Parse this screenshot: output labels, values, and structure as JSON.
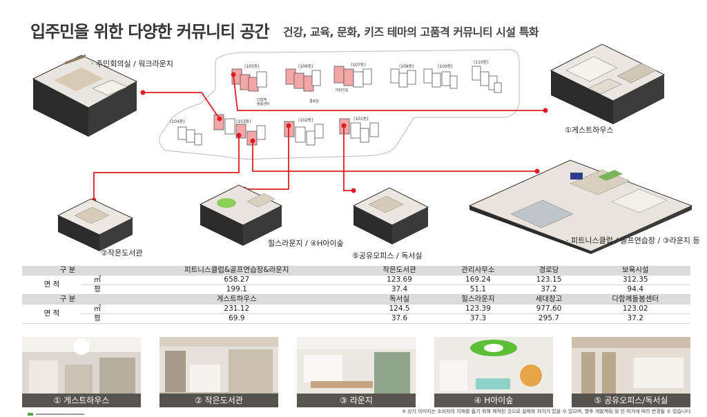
{
  "header": {
    "title": "입주민을 위한 다양한 커뮤니티 공간",
    "subtitle": "건강, 교육, 문화, 키즈 테마의 고품격 커뮤니티 시설 특화"
  },
  "labels": {
    "resident_hall": "·  주민회의실 / 워크라운지",
    "guesthouse": "①게스트하우스",
    "small_library": "②작은도서관",
    "hill_lounge": "힐스라운지 / ④H아이숲",
    "shared_office": "⑤공유오피스 / 독서실",
    "fitness": "· 피트니스클럽 / 골프연습장 / ③라운지 등"
  },
  "siteplan": {
    "buildings": [
      "(105동)",
      "(106동)",
      "(107동)",
      "(108동)",
      "(109동)",
      "(110동)",
      "(104동)",
      "(103동)",
      "(102동)",
      "(101동)"
    ],
    "facility_tags": [
      "다함께\n돌봄센터",
      "경로당",
      "어린이집"
    ]
  },
  "table": {
    "rows1": {
      "header_label": "구 분",
      "columns": [
        "피트니스클럽&골프연습장&라운지",
        "작은도서관",
        "관리사무소",
        "경로당",
        "보육시설"
      ],
      "area_label": "면 적",
      "unit_m2": "㎡",
      "unit_py": "평",
      "m2": [
        "658.27",
        "123.69",
        "169.24",
        "123.15",
        "312.35"
      ],
      "py": [
        "199.1",
        "37.4",
        "51.1",
        "37.2",
        "94.4"
      ]
    },
    "rows2": {
      "header_label": "구 분",
      "columns": [
        "게스트하우스",
        "독서실",
        "힐스라운지",
        "세대창고",
        "다함께돌봄센터"
      ],
      "area_label": "면 적",
      "unit_m2": "㎡",
      "unit_py": "평",
      "m2": [
        "231.12",
        "124.5",
        "123.39",
        "977.60",
        "123.02"
      ],
      "py": [
        "69.9",
        "37.6",
        "37.3",
        "295.7",
        "37.2"
      ]
    }
  },
  "photos": [
    {
      "caption": "① 게스트하우스"
    },
    {
      "caption": "② 작은도서관"
    },
    {
      "caption": "③ 라운지"
    },
    {
      "caption": "④ H아이숲"
    },
    {
      "caption": "⑤ 공유오피스/독서실"
    }
  ],
  "footnote": "※ 상기 이미지는 소비자의 이해를 돕기 위해 제작된 것으로 실제와 차이가 있을 수 있으며, 향후 개발계획 및 인·허가에 따라 변경될 수 있습니다.",
  "colors": {
    "connector": "#e01b24",
    "table_header": "#dcdcdc",
    "highlight_building": "#f2a6a6"
  }
}
